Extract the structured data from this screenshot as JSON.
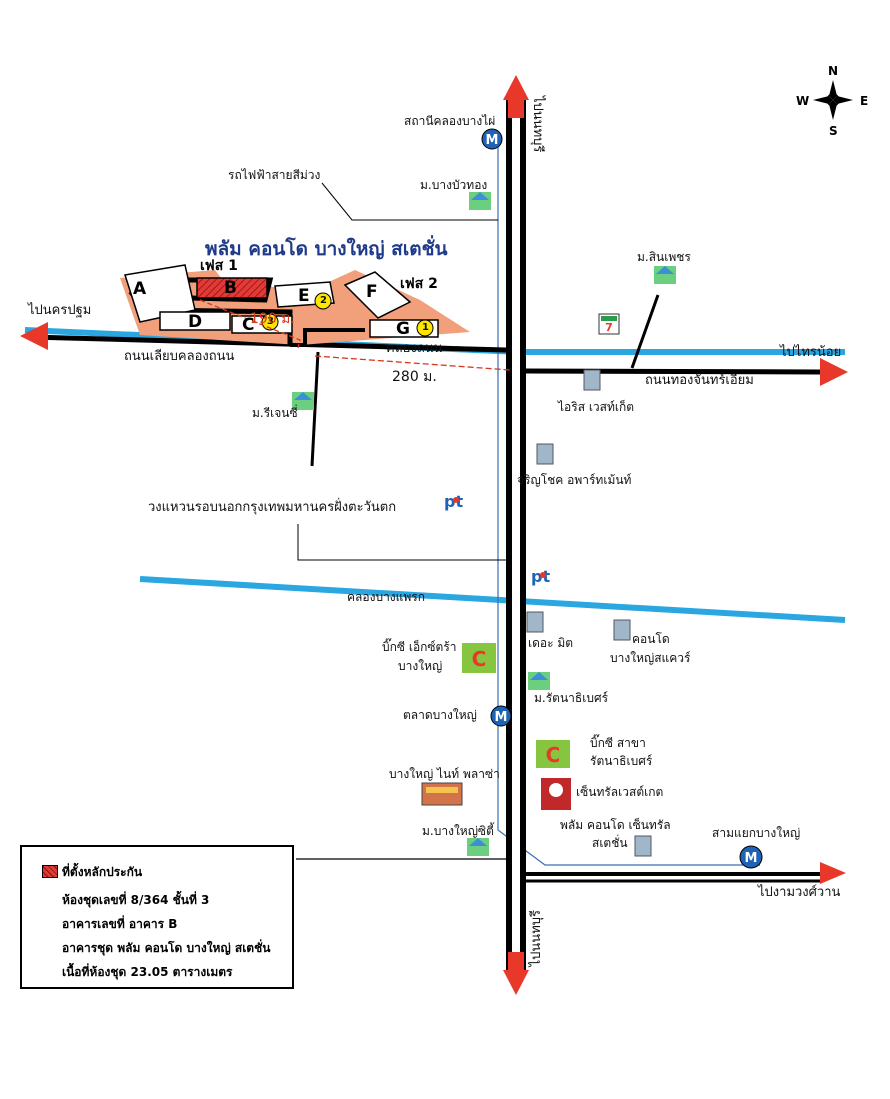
{
  "title": "พลัม คอนโด บางใหญ่ สเตชั่น",
  "phases": {
    "phase1": "เฟส 1",
    "phase2": "เฟส 2"
  },
  "buildings": [
    "A",
    "B",
    "C",
    "D",
    "E",
    "F",
    "G"
  ],
  "badges": {
    "g": "1",
    "e": "2",
    "c": "3"
  },
  "distances": {
    "near": "190 ม.",
    "far": "280 ม."
  },
  "compass": {
    "n": "N",
    "s": "S",
    "e": "E",
    "w": "W"
  },
  "labels": {
    "metro_khlong_bang_phai": "สถานีคลองบางไผ่",
    "purple_line": "รถไฟฟ้าสายสีม่วง",
    "mu_bang_bua_thong": "ม.บางบัวทอง",
    "mu_sinphet": "ม.สินเพชร",
    "to_nakhon_pathom": "ไปนครปฐม",
    "to_sai_noi": "ไปไทรน้อย",
    "road_liap_khlong": "ถนนเลียบคลองถนน",
    "khlong_thanon": "คลองถนน",
    "road_thongjan": "ถนนทองจันทร์เอียม",
    "mu_regent": "ม.รีเจนซี่",
    "iris": "ไอริส เวสท์เก็ต",
    "charoenchok": "จริญโชค อพาร์ทเม้นท์",
    "ring_road": "วงแหวนรอบนอกกรุงเทพมหานครฝั่งตะวันตก",
    "khlong_bang_phraek": "คลองบางแพรก",
    "bigc_extra": "บิ๊กซี เอ็กซ์ตร้า",
    "bigc_extra2": "บางใหญ่",
    "the_mit": "เดอะ มิต",
    "condo_bangyai": "คอนโด",
    "condo_bangyai2": "บางใหญ่สแควร์",
    "mu_rattanathibet": "ม.รัตนาธิเบศร์",
    "talat_bangyai": "ตลาดบางใหญ่",
    "bigc_branch": "บิ๊กซี สาขา",
    "bigc_branch2": "รัตนาธิเบศร์",
    "night_plaza": "บางใหญ่ ไนท์ พลาซ่า",
    "central": "เซ็นทรัลเวสต์เกต",
    "mu_bangyai_city": "ม.บางใหญ่ซิตี้",
    "plum_central": "พลัม คอนโด เซ็นทรัล",
    "plum_central2": "สเตชั่น",
    "sam_yaek": "สามแยกบางใหญ่",
    "to_ngamwongwan": "ไปงามวงศ์วาน",
    "road_top": "ไปนนทบุรี",
    "road_bottom": "ไปนนทบุรี"
  },
  "legend": {
    "title": "ที่ตั้งหลักประกัน",
    "line1": "ห้องชุดเลขที่ 8/364 ชั้นที่ 3",
    "line2": "อาคารเลขที่ อาคาร B",
    "line3": "อาคารชุด พลัม คอนโด บางใหญ่ สเตชั่น",
    "line4": "เนื้อที่ห้องชุด 23.05 ตารางเมตร"
  },
  "colors": {
    "road": "#000000",
    "water": "#2aa6e0",
    "arrow": "#e8382a",
    "site": "#f2a07b",
    "metro": "#1e63b5",
    "title": "#1f3a8a"
  }
}
